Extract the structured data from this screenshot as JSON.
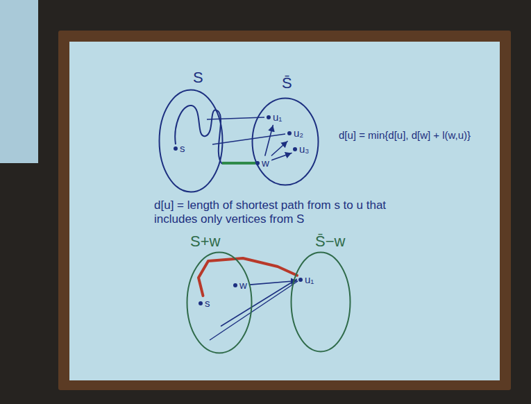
{
  "diagram": {
    "nodes": [
      {
        "text": [
          "S"
        ]
      },
      {
        "text": [
          "s"
        ],
        "in": 0
      },
      {
        "text": [
          "S̄"
        ]
      },
      {
        "text": [
          "u₁"
        ],
        "in": 2
      },
      {
        "text": [
          "u₂"
        ],
        "in": 2
      },
      {
        "text": [
          "u₃"
        ],
        "in": 2
      },
      {
        "text": [
          "w"
        ],
        "in": 2
      },
      {
        "text": [
          "S+w"
        ]
      },
      {
        "text": [
          "s"
        ],
        "in": 7
      },
      {
        "text": [
          "w"
        ],
        "in": 7
      },
      {
        "text": [
          "S̄−w"
        ]
      },
      {
        "text": [
          "u₁"
        ],
        "in": 10
      }
    ],
    "edges": [
      {
        "from": 6,
        "to": 3,
        "arrow": "to"
      },
      {
        "from": 6,
        "to": 4,
        "arrow": "to"
      },
      {
        "from": 6,
        "to": 5,
        "arrow": "to"
      },
      {
        "from": 8,
        "to": 11,
        "arrow": "none"
      },
      {
        "from": 9,
        "to": 11,
        "arrow": "to"
      }
    ],
    "labels": [
      "d[u] = min{d[u], d[w] + l(w,u)}",
      "d[u] = length of shortest path from s to u that includes only vertices from S"
    ]
  }
}
